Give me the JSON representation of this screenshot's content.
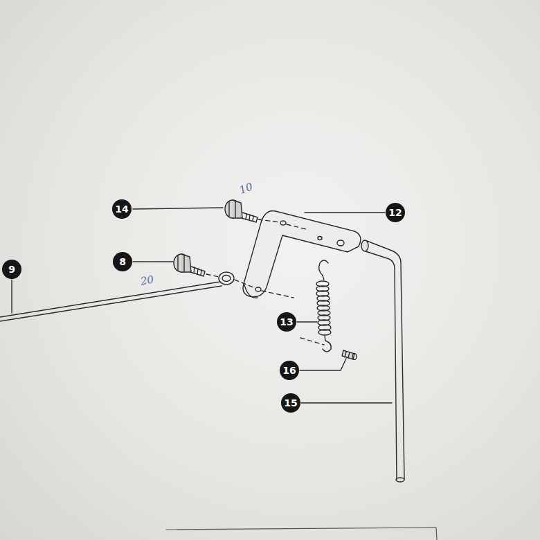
{
  "diagram": {
    "labels": [
      "14",
      "10",
      "12",
      "8",
      "20",
      "9",
      "13",
      "16",
      "15"
    ]
  }
}
